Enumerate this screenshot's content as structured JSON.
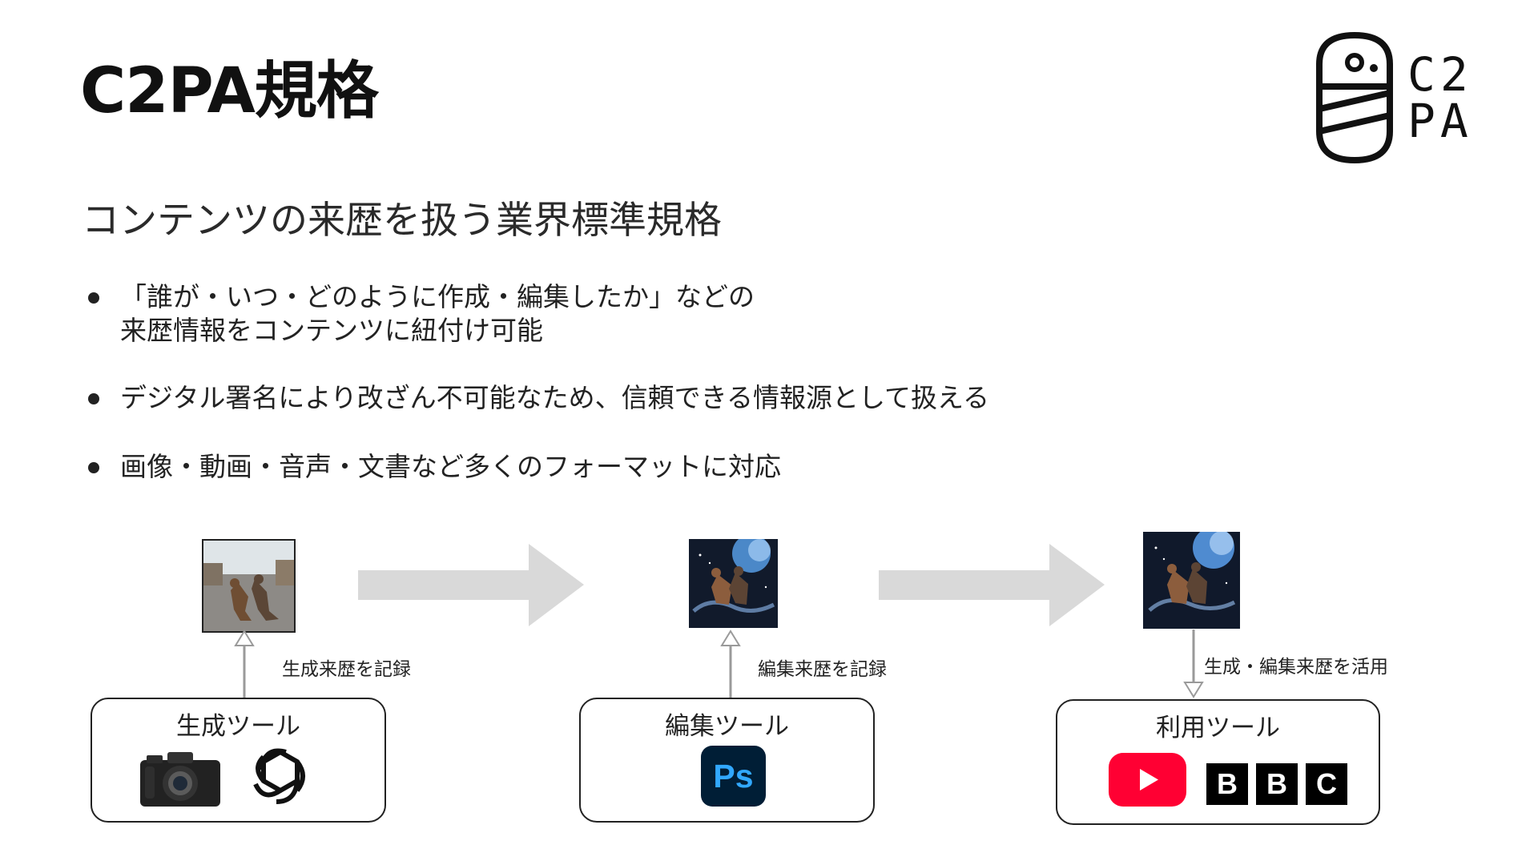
{
  "slide": {
    "title": "C2PA規格",
    "subtitle": "コンテンツの来歴を扱う業界標準規格",
    "bullets": [
      {
        "lines": [
          "「誰が・いつ・どのように作成・編集したか」などの",
          "来歴情報をコンテンツに紐付け可能"
        ]
      },
      {
        "lines": [
          "デジタル署名により改ざん不可能なため、信頼できる情報源として扱える"
        ]
      },
      {
        "lines": [
          "画像・動画・音声・文書など多くのフォーマットに対応"
        ]
      }
    ]
  },
  "logo": {
    "line1": "C2",
    "line2": "PA"
  },
  "flow": {
    "stages": [
      {
        "tool_title": "生成ツール",
        "edge_label": "生成来歴を記録",
        "icons": [
          "camera-icon",
          "openai-icon"
        ]
      },
      {
        "tool_title": "編集ツール",
        "edge_label": "編集来歴を記録",
        "icons": [
          "photoshop-icon"
        ],
        "ps_label": "Ps"
      },
      {
        "tool_title": "利用ツール",
        "edge_label": "生成・編集来歴を活用",
        "icons": [
          "youtube-icon",
          "bbc-logo"
        ],
        "bbc_letters": [
          "B",
          "B",
          "C"
        ]
      }
    ]
  },
  "colors": {
    "flow_arrow": "#d9d9d9",
    "edge_arrow": "#9a9a9a",
    "youtube_red": "#ff0033",
    "photoshop_bg": "#001e36",
    "photoshop_text": "#31a8ff"
  }
}
